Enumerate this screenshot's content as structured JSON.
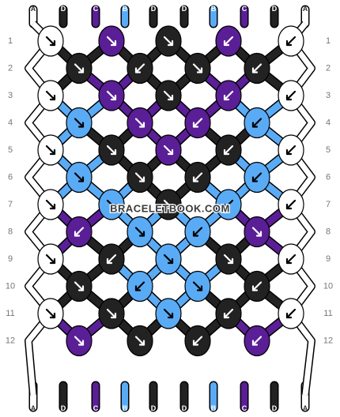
{
  "watermark": "BRACELETBOOK.COM",
  "colors": {
    "A": "#ffffff",
    "B": "#5aabf5",
    "C": "#5a1e96",
    "D": "#222222"
  },
  "strings_top": [
    "A",
    "D",
    "C",
    "B",
    "D",
    "D",
    "B",
    "C",
    "D",
    "A"
  ],
  "strings_bottom": [
    "A",
    "D",
    "C",
    "B",
    "D",
    "D",
    "B",
    "C",
    "D",
    "A"
  ],
  "row_labels": [
    "1",
    "2",
    "3",
    "4",
    "5",
    "6",
    "7",
    "8",
    "9",
    "10",
    "11",
    "12"
  ],
  "rows": [
    {
      "knots": [
        [
          "A",
          "r"
        ],
        [
          "C",
          "r"
        ],
        [
          "D",
          "r"
        ],
        [
          "C",
          "l"
        ],
        [
          "A",
          "l"
        ]
      ]
    },
    {
      "knots": [
        [
          "D",
          "r"
        ],
        [
          "D",
          "l"
        ],
        [
          "D",
          "r"
        ],
        [
          "D",
          "l"
        ]
      ]
    },
    {
      "knots": [
        [
          "A",
          "r"
        ],
        [
          "C",
          "r"
        ],
        [
          "D",
          "r"
        ],
        [
          "C",
          "l"
        ],
        [
          "A",
          "l"
        ]
      ]
    },
    {
      "knots": [
        [
          "B",
          "r"
        ],
        [
          "C",
          "r"
        ],
        [
          "C",
          "l"
        ],
        [
          "B",
          "l"
        ]
      ]
    },
    {
      "knots": [
        [
          "A",
          "r"
        ],
        [
          "D",
          "r"
        ],
        [
          "C",
          "r"
        ],
        [
          "D",
          "l"
        ],
        [
          "A",
          "l"
        ]
      ]
    },
    {
      "knots": [
        [
          "B",
          "r"
        ],
        [
          "D",
          "r"
        ],
        [
          "D",
          "l"
        ],
        [
          "B",
          "l"
        ]
      ]
    },
    {
      "knots": [
        [
          "A",
          "r"
        ],
        [
          "B",
          "r"
        ],
        [
          "D",
          "r"
        ],
        [
          "B",
          "l"
        ],
        [
          "A",
          "l"
        ]
      ]
    },
    {
      "knots": [
        [
          "C",
          "l"
        ],
        [
          "B",
          "r"
        ],
        [
          "B",
          "l"
        ],
        [
          "C",
          "r"
        ]
      ]
    },
    {
      "knots": [
        [
          "A",
          "r"
        ],
        [
          "D",
          "l"
        ],
        [
          "B",
          "r"
        ],
        [
          "D",
          "r"
        ],
        [
          "A",
          "l"
        ]
      ]
    },
    {
      "knots": [
        [
          "D",
          "r"
        ],
        [
          "B",
          "l"
        ],
        [
          "B",
          "r"
        ],
        [
          "D",
          "l"
        ]
      ]
    },
    {
      "knots": [
        [
          "A",
          "r"
        ],
        [
          "D",
          "r"
        ],
        [
          "B",
          "r"
        ],
        [
          "D",
          "l"
        ],
        [
          "A",
          "l"
        ]
      ]
    },
    {
      "knots": [
        [
          "C",
          "r"
        ],
        [
          "D",
          "r"
        ],
        [
          "D",
          "l"
        ],
        [
          "C",
          "l"
        ]
      ]
    }
  ]
}
